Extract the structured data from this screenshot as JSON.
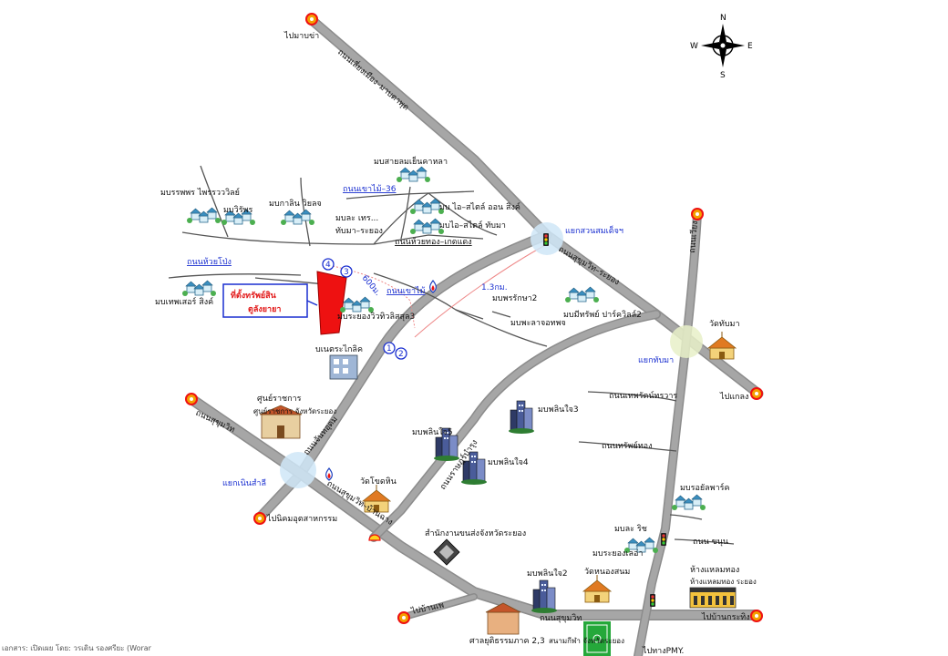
{
  "compass": {
    "n": "N",
    "s": "S",
    "e": "E",
    "w": "W"
  },
  "labels": {
    "to_ban_chang": "ไปมาบข่า",
    "road_bypass_top": "ถนนเลี่ยงเมือง–มาบตาพุด",
    "road_sukhumvit_right": "ถนนสุขุมวิท–ระยอง",
    "village_kaset": "มบรรพพร ไพรรวววิลย์",
    "village_kaset2": "มบวิรัพร",
    "village_sawat": "มบกาลิน วิยลจ",
    "village_park": "มบเทพเสอร์ สิงค์",
    "village_sense": "มบสายลมเย็นคาหลา",
    "road_36": "ถนนเขาไม้–36",
    "village_laksi": "มบละ เทร...",
    "village_laksi2": "ทับมา–ระยอง",
    "village_ban_style": "มบ ไอ–สไตล์ ออน สิงค์",
    "village_ban_style2": "มบไอ–สไตล์ ทับมา",
    "road_thapma": "ถนนห้วยทอง–เกดแดง",
    "road_huai_pong": "ถนนห้วยโป่ง",
    "property": "ที่ตั้งทรัพย์สิน",
    "property_sub": "ตูลังยายา",
    "dist_600": "600ม.",
    "dist_13": "1.3กม.",
    "road_khao_mai": "ถนนเขาไม้",
    "village_rayong_villa": "มบระยองวิวทิวลิสสุล3",
    "village_rak_2": "มบพรรักษา2",
    "village_pada": "มบพะลาจอทพจ",
    "village_nim": "มบมีทรัพย์ ปาร์ควิลล์2",
    "junction_sanam": "แยกสวนสมเด็จฯ",
    "wat_thapma": "วัดทับมา",
    "junction_thapma": "แยกทับมา",
    "to_klaeng": "ไปแกลง",
    "road_right_v": "ถนนเวียง",
    "hospital": "บเนตระไกลิค",
    "gov_center": "ศูนย์ราชการ จังหวัดระยอง",
    "road_sukhumvit_left": "ถนนสุขุมวิท",
    "road_chin_main": "ถนนจันทอุดม",
    "village_phalin5": "มบพลินใจ5",
    "village_phalin3": "มบพลินใจ3",
    "village_phalin4": "มบพลินใจ4",
    "road_mid": "ถนนราษฎร์บำรุง",
    "road_right1": "ถนนเทพรัตน์ทรวาร",
    "road_right2": "ถนนทรัพย์ทอง",
    "village_royal": "มบรอยัลพาร์ค",
    "junction_nen": "แยกเนินสำลี",
    "wat_noen": "วัดโขดหิน",
    "to_industrial": "ไปนิคมอุตสาหกรรม",
    "road_bottom_left": "ถนนสุขุมวิท–บ้านฉาง",
    "office_rayong": "สำนักงานขนส่งจังหวัดระยอง",
    "village_rc": "มบละ ริช",
    "village_rayong_city": "มบระยองเลอ่า",
    "road_ru": "ถนน ขนุน",
    "village_phalin2": "มบพลินใจ2",
    "wat_nong": "วัดหนองสนม",
    "mall": "ห้างแหลมทอง ระยอง",
    "to_phe": "ไปบ้านเพ",
    "road_sukhumvit_bottom": "ถนนสุขุมวิท",
    "court": "ศาลยุติธรรมภาค 2,3",
    "stadium": "สนามกีฬา จังหวัดระยอง",
    "to_pmy": "ไปทางPMY.",
    "to_right_bottom": "ไปบ้านกระทิง",
    "footer": "เอกสาร: เปิดเผย โดย: วรเดิน รองศรียะ (Worar"
  },
  "badges": [
    "4",
    "3",
    "1",
    "2"
  ],
  "colors": {
    "road": "#9a9a9a",
    "road_edge": "#7e7e7e",
    "minor_road": "#555555",
    "property": "#ee1111",
    "label_blue": "#1a2fd0",
    "label_red": "#e21a1a",
    "junction_halo": "#cfe6f7",
    "start_marker": "#f4a000",
    "stadium": "#25a83a"
  },
  "icons": [
    "compass-rose-icon",
    "house-cluster-icon",
    "tower-building-icon",
    "temple-icon",
    "gas-station-icon",
    "traffic-light-icon",
    "shell-icon",
    "government-building-icon",
    "stadium-icon",
    "start-marker-icon"
  ]
}
